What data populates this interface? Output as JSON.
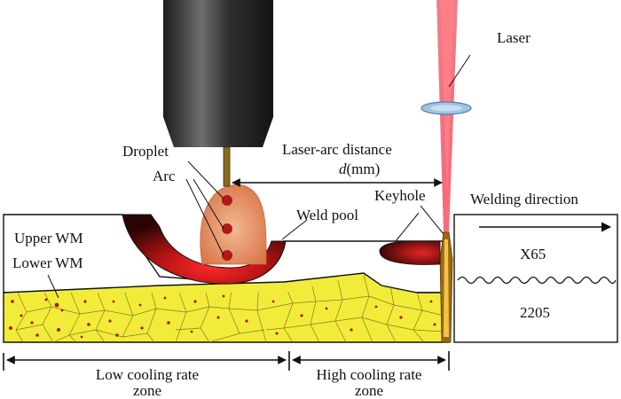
{
  "labels": {
    "laser": "Laser",
    "laser_arc_distance": "Laser-arc distance",
    "distance_symbol": "d",
    "distance_unit": "(mm)",
    "droplet": "Droplet",
    "arc": "Arc",
    "weld_pool": "Weld pool",
    "keyhole": "Keyhole",
    "welding_direction": "Welding direction",
    "upper_wm": "Upper WM",
    "lower_wm": "Lower WM",
    "x65": "X65",
    "duplex": "2205",
    "low_cooling_line1": "Low cooling rate",
    "low_cooling_line2": "zone",
    "high_cooling_line1": "High cooling rate",
    "high_cooling_line2": "zone"
  },
  "colors": {
    "torch_body": "#2a2a2a",
    "torch_highlight": "#6e6e6e",
    "electrode_wire": "#8b6a1e",
    "arc_fill": "#e8956a",
    "droplet": "#b01818",
    "weld_pool_dark": "#3d0808",
    "weld_pool_bright": "#e02020",
    "lower_wm_fill": "#f1ec3a",
    "grain_lines": "#8a7a20",
    "precipitates": "#a81c10",
    "laser_beam": "#e0283c",
    "lens": "#9fc4e0",
    "keyhole": "#9a6a10",
    "outline": "#111111"
  },
  "icons": [
    "welding-torch-icon",
    "laser-beam-icon",
    "focusing-lens-icon"
  ]
}
